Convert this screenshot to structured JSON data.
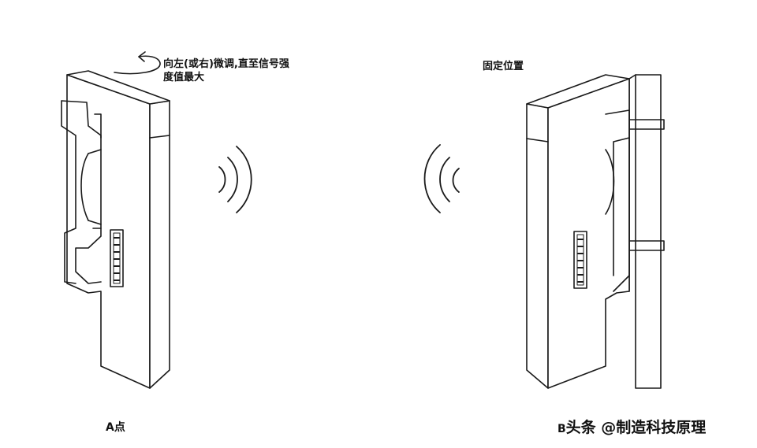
{
  "annotations": {
    "rotate_note_line1": "向左(或右)微调,直至信号强",
    "rotate_note_line2": "度值最大",
    "fixed_note": "固定位置"
  },
  "points": {
    "a_label": "A点",
    "b_label": "B",
    "watermark": "头条 @制造科技原理"
  },
  "colors": {
    "line": "#1a1a1a",
    "background": "#ffffff"
  }
}
